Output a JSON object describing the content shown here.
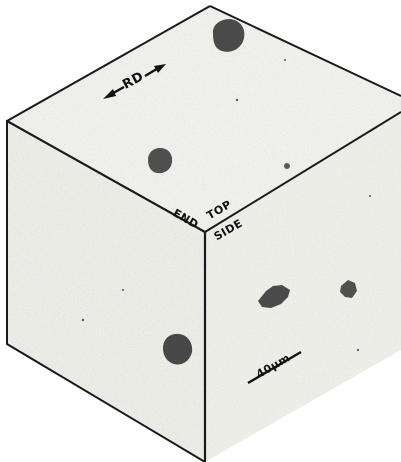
{
  "labels": {
    "rd": "RD",
    "top": "TOP",
    "end": "END",
    "side": "SIDE",
    "scale": "40μm"
  },
  "colors": {
    "background": "#ffffff",
    "face_fill": "#eeeeea",
    "edge": "#1a1a1a",
    "particle": "#4a4a4a",
    "speckle": "#8a8a8a"
  },
  "icons": {
    "rd_arrow": "double-headed-arrow-icon"
  }
}
